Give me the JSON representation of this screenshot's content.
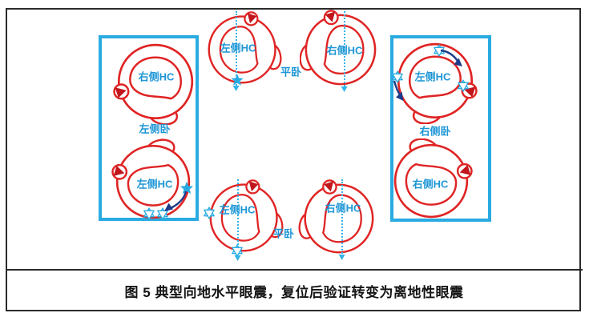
{
  "figure": {
    "caption": "图 5 典型向地水平眼震，复位后验证转变为离地性眼震"
  },
  "position_labels": {
    "supine_top": "平卧",
    "supine_bottom": "平卧",
    "left_side_lying": "左侧卧",
    "right_side_lying": "右侧卧"
  },
  "diagrams": {
    "supine_top_left": {
      "label": "左侧HC"
    },
    "supine_top_right": {
      "label": "右侧HC"
    },
    "left_box_top": {
      "label": "右侧HC"
    },
    "left_box_bottom": {
      "label": "左侧HC"
    },
    "right_box_top": {
      "label": "左侧HC"
    },
    "right_box_bottom": {
      "label": "右侧HC"
    },
    "supine_bottom_left": {
      "label": "左侧HC"
    },
    "supine_bottom_right": {
      "label": "右侧HC"
    }
  },
  "colors": {
    "canal_red": "#e02424",
    "cupula_red": "#c0161c",
    "cyan": "#29abe2",
    "label_blue": "#1d96d6",
    "arrow_navy": "#1e3a8a"
  },
  "icons": {
    "filled_star": "otoconia-clump",
    "open_star": "dispersed-otoconia",
    "navy_arrow": "otoconia-movement-direction",
    "dotted_arrow_line": "vertical-gravity-direction"
  }
}
